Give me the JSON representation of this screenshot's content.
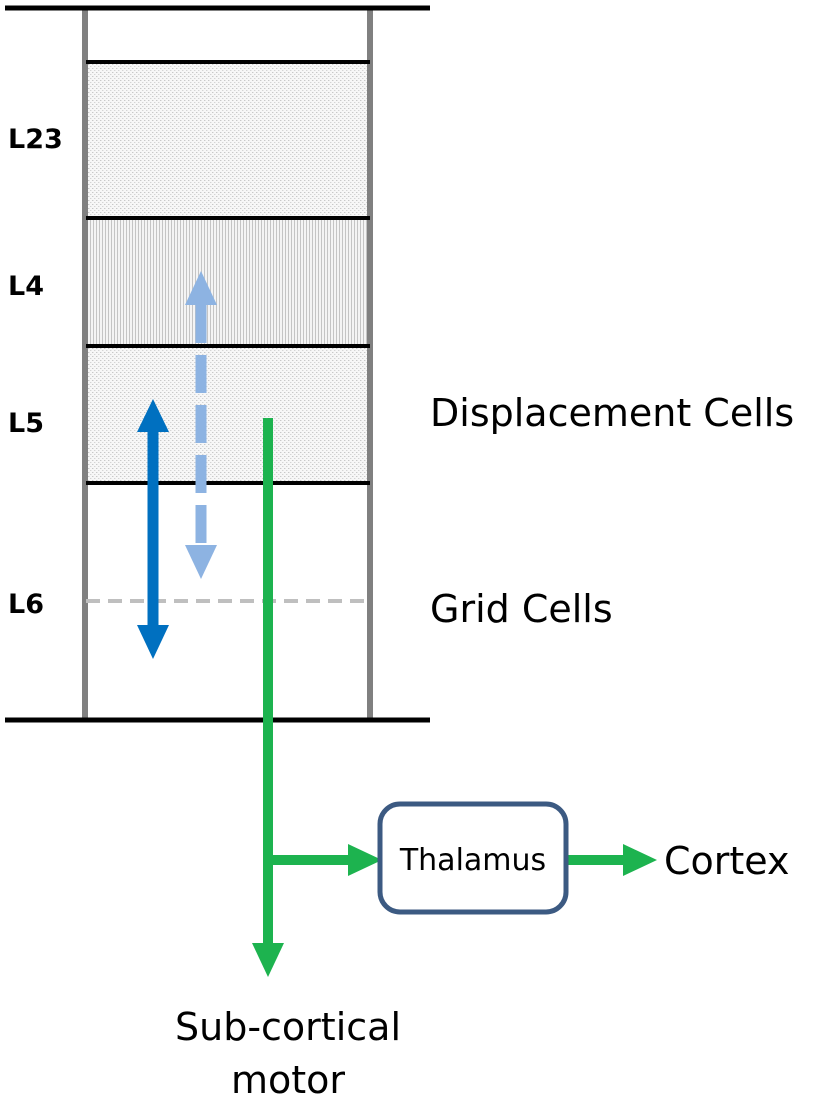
{
  "layers": [
    "L23",
    "L4",
    "L5",
    "L6"
  ],
  "labels": {
    "displacement_cells": "Displacement Cells",
    "grid_cells": "Grid Cells",
    "thalamus": "Thalamus",
    "cortex": "Cortex",
    "subcortical_line1": "Sub-cortical",
    "subcortical_line2": "motor"
  },
  "colors": {
    "column_wall": "#808080",
    "layer_line": "#000000",
    "grid_dashed": "#bfbfbf",
    "arrow_dark_blue": "#0070c0",
    "arrow_light_blue": "#8db3e2",
    "arrow_green": "#1db34f",
    "thalamus_border": "#3c5a82"
  }
}
